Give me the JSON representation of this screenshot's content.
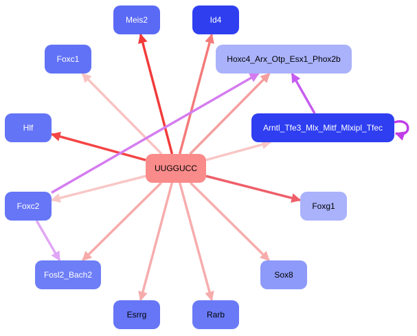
{
  "diagram": {
    "type": "network",
    "center": "UUGGUCC",
    "nodes": [
      {
        "id": "UUGGUCC",
        "label": "UUGGUCC",
        "fill": "#f98b8b",
        "text": "#000000"
      },
      {
        "id": "Meis2",
        "label": "Meis2",
        "fill": "#5a6af5",
        "text": "#ffffff"
      },
      {
        "id": "Id4",
        "label": "Id4",
        "fill": "#2f3ff0",
        "text": "#ffffff"
      },
      {
        "id": "Foxc1",
        "label": "Foxc1",
        "fill": "#6272f6",
        "text": "#ffffff"
      },
      {
        "id": "Hoxc4",
        "label": "Hoxc4_Arx_Otp_Esx1_Phox2b",
        "fill": "#aab2fb",
        "text": "#000000"
      },
      {
        "id": "Hlf",
        "label": "Hlf",
        "fill": "#6474f6",
        "text": "#ffffff"
      },
      {
        "id": "Arntl",
        "label": "Arntl_Tfe3_Mlx_Mitf_Mlxipl_Tfec",
        "fill": "#2e3ef0",
        "text": "#ffffff"
      },
      {
        "id": "Foxc2",
        "label": "Foxc2",
        "fill": "#6676f6",
        "text": "#ffffff"
      },
      {
        "id": "Foxg1",
        "label": "Foxg1",
        "fill": "#aab2fb",
        "text": "#000000"
      },
      {
        "id": "Fosl2",
        "label": "Fosl2_Bach2",
        "fill": "#6e7ef7",
        "text": "#ffffff"
      },
      {
        "id": "Sox8",
        "label": "Sox8",
        "fill": "#8e9af9",
        "text": "#000000"
      },
      {
        "id": "Esrrg",
        "label": "Esrrg",
        "fill": "#6676f6",
        "text": "#000000"
      },
      {
        "id": "Rarb",
        "label": "Rarb",
        "fill": "#6a7af6",
        "text": "#000000"
      }
    ],
    "edges": [
      {
        "from": "UUGGUCC",
        "to": "Meis2",
        "color": "#f23a3a"
      },
      {
        "from": "UUGGUCC",
        "to": "Id4",
        "color": "#f47a7a"
      },
      {
        "from": "UUGGUCC",
        "to": "Foxc1",
        "color": "#f9c2c2"
      },
      {
        "from": "UUGGUCC",
        "to": "Hoxc4",
        "color": "#f59e9e"
      },
      {
        "from": "UUGGUCC",
        "to": "Hlf",
        "color": "#f44545"
      },
      {
        "from": "UUGGUCC",
        "to": "Arntl",
        "color": "#f9c6c6"
      },
      {
        "from": "UUGGUCC",
        "to": "Foxc2",
        "color": "#f9c6c6"
      },
      {
        "from": "UUGGUCC",
        "to": "Foxg1",
        "color": "#ee5f6a"
      },
      {
        "from": "UUGGUCC",
        "to": "Fosl2",
        "color": "#f7aaaa"
      },
      {
        "from": "UUGGUCC",
        "to": "Sox8",
        "color": "#f7acac"
      },
      {
        "from": "UUGGUCC",
        "to": "Esrrg",
        "color": "#f7acac"
      },
      {
        "from": "UUGGUCC",
        "to": "Rarb",
        "color": "#f7acac"
      },
      {
        "from": "Foxc2",
        "to": "Hoxc4",
        "color": "#d47cf0"
      },
      {
        "from": "Foxc2",
        "to": "Fosl2",
        "color": "#e0a6f5"
      },
      {
        "from": "Arntl",
        "to": "Hoxc4",
        "color": "#c65cf0"
      },
      {
        "from": "Arntl",
        "to": "Arntl",
        "color": "#c03ce8",
        "self_loop": true
      }
    ]
  }
}
